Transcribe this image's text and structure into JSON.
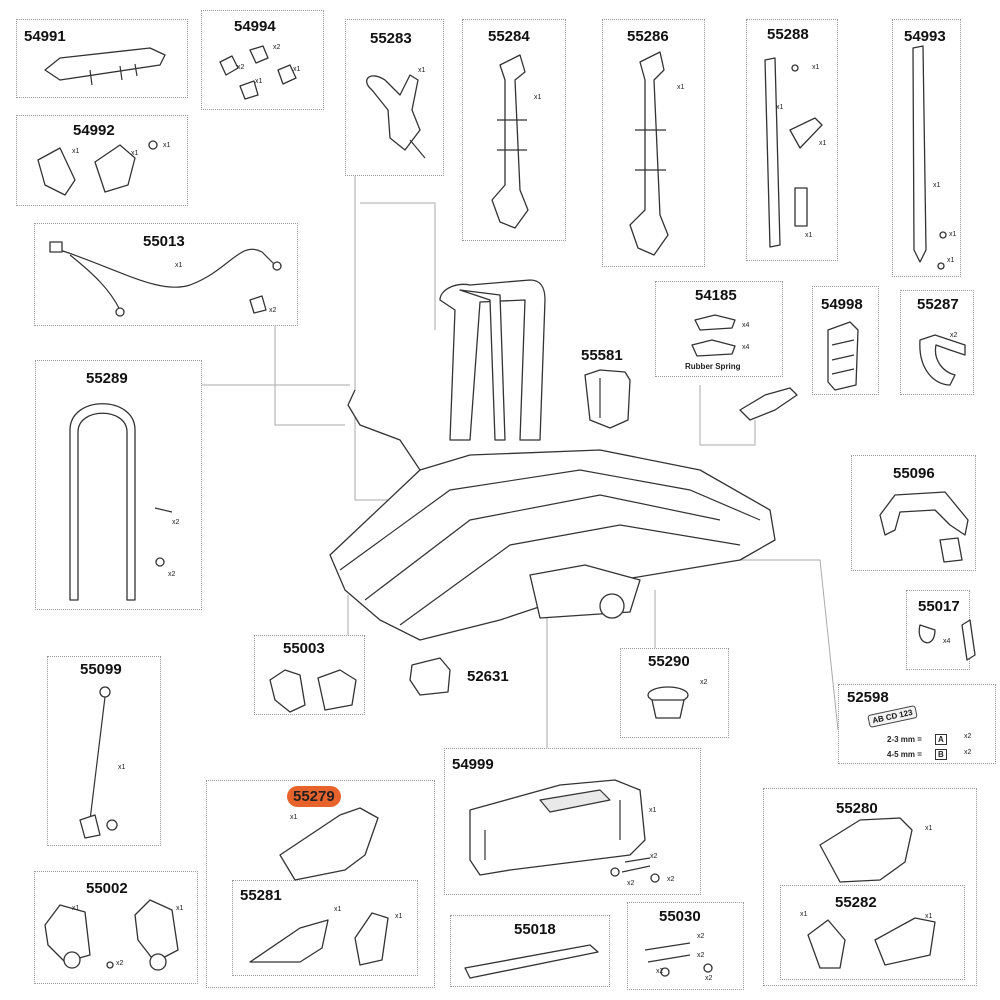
{
  "parts": {
    "p54991": "54991",
    "p54994": "54994",
    "p55283": "55283",
    "p55284": "55284",
    "p55286": "55286",
    "p55288": "55288",
    "p54993": "54993",
    "p54992": "54992",
    "p55013": "55013",
    "p54185": "54185",
    "p54998": "54998",
    "p55287": "55287",
    "p55581": "55581",
    "p55289": "55289",
    "p55096": "55096",
    "p55017": "55017",
    "p55003": "55003",
    "p52631": "52631",
    "p55290": "55290",
    "p52598": "52598",
    "p55099": "55099",
    "p54999": "54999",
    "p55279": "55279",
    "p55280": "55280",
    "p55281": "55281",
    "p55282": "55282",
    "p55002": "55002",
    "p55018": "55018",
    "p55030": "55030"
  },
  "highlight_color": "#e8632b",
  "quantities": {
    "x1": "x1",
    "x2": "x2",
    "x4": "x4"
  },
  "labels": {
    "rubber_spring": "Rubber Spring",
    "plate_text": "AB CD 123",
    "mm_a": "2-3 mm =",
    "mm_b": "4-5 mm =",
    "letter_a": "A",
    "letter_b": "B"
  }
}
